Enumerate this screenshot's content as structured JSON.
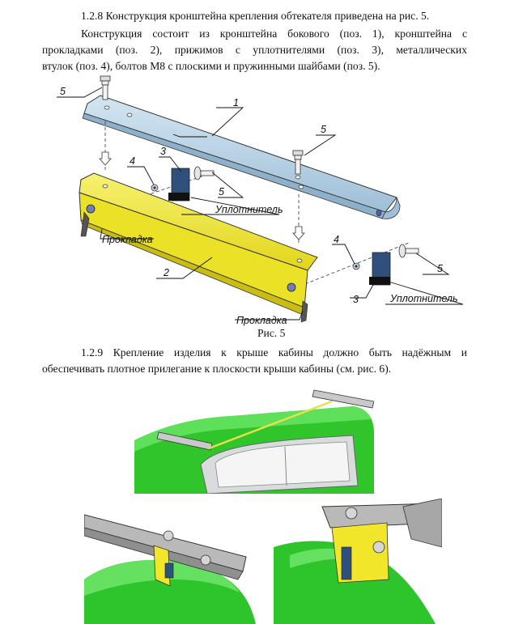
{
  "section_128": {
    "line1": "1.2.8 Конструкция кронштейна крепления обтекателя приведена на рис. 5.",
    "lines": [
      "Конструкция состоит из кронштейна бокового (поз. 1), кронштейна с",
      "прокладками (поз. 2), прижимов с уплотнителями (поз. 3), металлических",
      "втулок (поз. 4), болтов М8 с плоскими и пружинными шайбами (поз. 5)."
    ]
  },
  "figure5": {
    "caption": "Рис. 5",
    "callouts": {
      "p1": "1",
      "p2": "2",
      "p3a": "3",
      "p3b": "3",
      "p4a": "4",
      "p4b": "4",
      "p5a": "5",
      "p5b": "5",
      "p5c": "5",
      "p5d": "5"
    },
    "labels": {
      "seal_top": "Уплотнитель",
      "seal_bottom": "Уплотнитель",
      "gasket_left": "Прокладка",
      "gasket_bottom": "Прокладка"
    }
  },
  "section_129": {
    "lines": [
      "1.2.9 Крепление изделия к крыше кабины должно быть надёжным и",
      "обеспечивать плотное прилегание к плоскости крыши кабины (см. рис. 6)."
    ]
  },
  "colors": {
    "bracket_blue": "#b9d3e6",
    "bracket_yellow": "#f2ea2a",
    "cab_green": "#2fc52c",
    "metal_gray": "#b7b7b7"
  }
}
